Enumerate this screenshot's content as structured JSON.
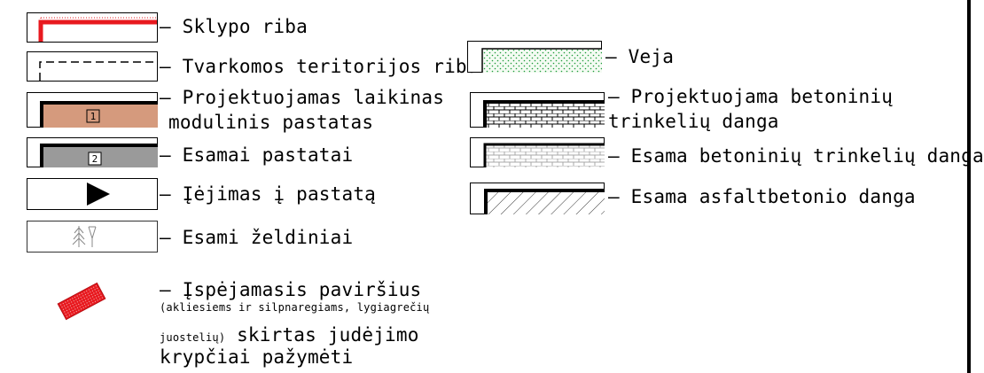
{
  "legend": {
    "left": [
      {
        "id": "sklypo",
        "label": "– Sklypo riba"
      },
      {
        "id": "tvarkomos",
        "label": "– Tvarkomos teritorijos riba"
      },
      {
        "id": "projektuojamas",
        "label_line1": "– Projektuojamas laikinas",
        "label_line2": "modulinis pastatas",
        "box_number": "1"
      },
      {
        "id": "esamai",
        "label": "– Esamai pastatai",
        "box_number": "2"
      },
      {
        "id": "iejimas",
        "label": "– Įėjimas į pastatą"
      },
      {
        "id": "zeldiniai",
        "label": "– Esami želdiniai"
      }
    ],
    "right": [
      {
        "id": "veja",
        "label": "– Veja"
      },
      {
        "id": "proj-trinkeles",
        "label_line1": "– Projektuojama betoninių",
        "label_line2": "trinkelių danga"
      },
      {
        "id": "esama-trinkeles",
        "label": "– Esama betoninių trinkelių danga"
      },
      {
        "id": "asfaltas",
        "label": "– Esama asfaltbetonio danga"
      }
    ],
    "warning": {
      "line1": "– Įspėjamasis paviršius",
      "line2": "(akliesiems ir silpnaregiams, lygiagrečių",
      "line3_small": "juostelių)",
      "line3_big": " skirtas judėjimo",
      "line4": "krypčiai pažymėti"
    }
  },
  "colors": {
    "boundary_red": "#e8191f",
    "building_new": "#d59a7d",
    "building_existing": "#9a9a9a",
    "grass_dots": "#1f9c3a",
    "warning_red": "#e8191f"
  }
}
